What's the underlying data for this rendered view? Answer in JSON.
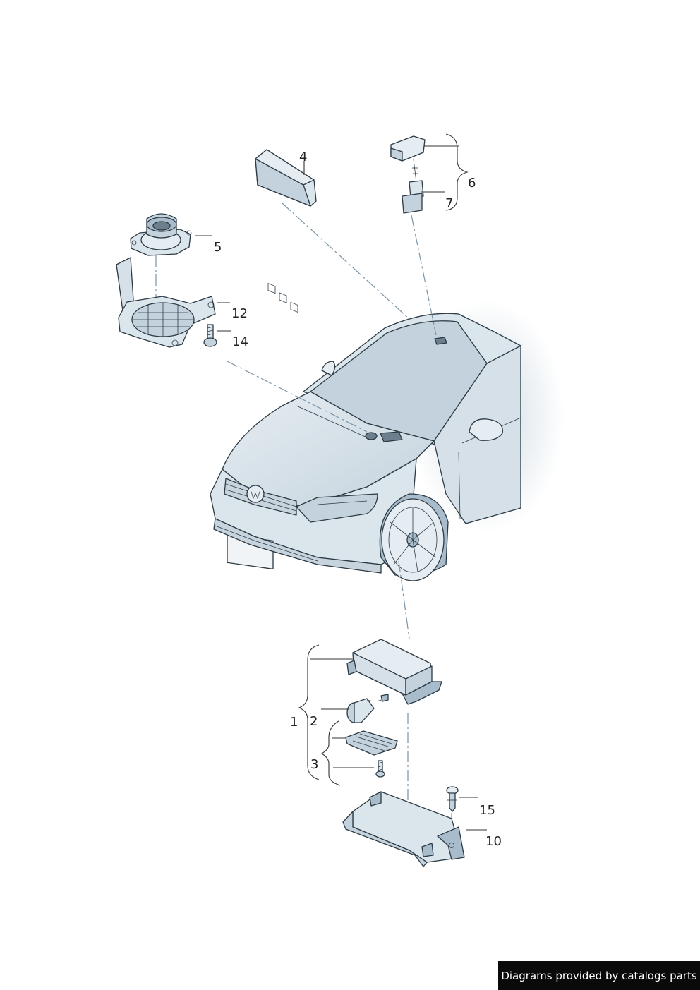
{
  "diagram": {
    "callouts": {
      "c1": "1",
      "c2": "2",
      "c3": "3",
      "c4": "4",
      "c5": "5",
      "c6": "6",
      "c7": "7",
      "c10": "10",
      "c12": "12",
      "c14": "14",
      "c15": "15"
    }
  },
  "footer": {
    "credit": "Diagrams provided by catalogs parts"
  },
  "colors": {
    "part_fill": "#dbe5ec",
    "part_shade": "#a9bccb",
    "outline": "#2c3a44",
    "guide_line": "#7b93a5",
    "credit_bg": "#0a0a0a"
  }
}
